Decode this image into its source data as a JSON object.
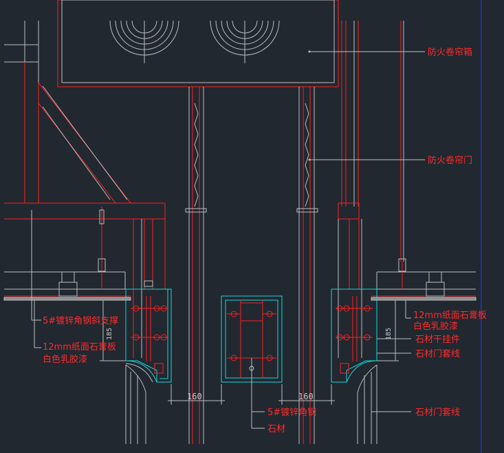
{
  "callouts": {
    "fire_shutter_box": "防火卷帘箱",
    "fire_shutter_door": "防火卷帘门",
    "angle_brace": "5#镀锌角钢斜支撑",
    "gypsum_left_1": "12mm纸面石膏板",
    "gypsum_left_2": "白色乳胶漆",
    "gypsum_right_1": "12mm纸面石膏板",
    "gypsum_right_2": "白色乳胶漆",
    "stone_dry_hang": "石材干挂件",
    "stone_trim_1": "石材门套线",
    "angle_steel": "5#镀锌角钢",
    "stone": "石材",
    "stone_trim_2": "石材门套线"
  },
  "dimensions": {
    "dim_left_160": "160",
    "dim_right_160": "160",
    "dim_left_185": "185",
    "dim_right_185": "185"
  },
  "colors": {
    "background": "#212830",
    "line_red": "#ff2020",
    "line_white": "#bfbfbf",
    "stone_cyan": "#19d8d8",
    "text_red": "#ff2a2a",
    "border_blue": "#2222aa"
  }
}
